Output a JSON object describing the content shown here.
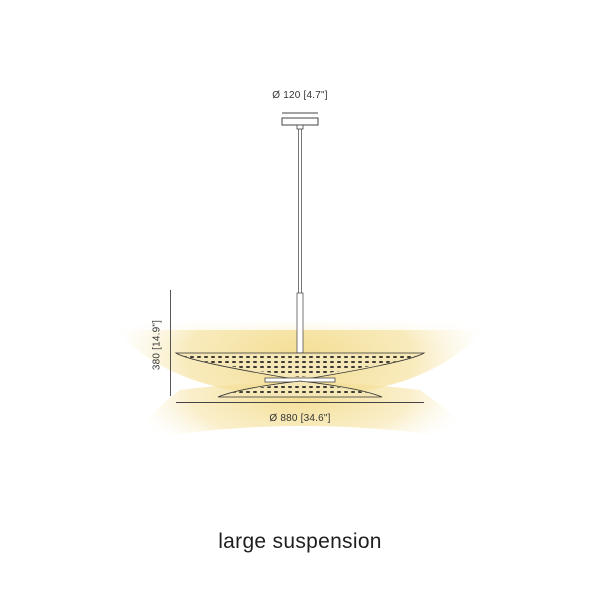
{
  "diagram": {
    "title": "large suspension",
    "dimensions": {
      "canopy_diameter": "Ø 120 [4.7\"]",
      "shade_diameter": "Ø 880 [34.6\"]",
      "height": "380 [14.9\"]"
    },
    "components": [
      {
        "name": "ceiling canopy"
      },
      {
        "name": "suspension rod"
      },
      {
        "name": "upper perforated shade"
      },
      {
        "name": "lower perforated shade"
      },
      {
        "name": "light glow up"
      },
      {
        "name": "light glow down"
      }
    ],
    "colors": {
      "line": "#444444",
      "glow": "#f3dc8c",
      "shade_fill": "#f6e7b6",
      "perforation": "#1a1a1a",
      "background": "#ffffff"
    }
  }
}
